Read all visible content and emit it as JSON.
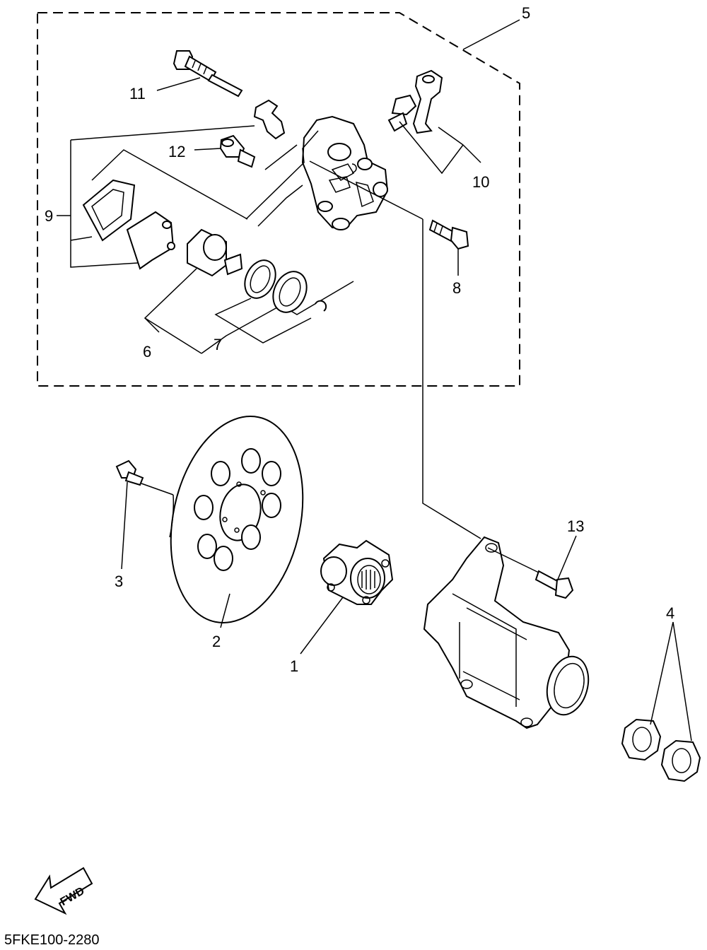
{
  "diagram": {
    "labels": {
      "l1": "1",
      "l2": "2",
      "l3": "3",
      "l4": "4",
      "l5": "5",
      "l6": "6",
      "l7": "7",
      "l8": "8",
      "l9": "9",
      "l10": "10",
      "l11": "11",
      "l12": "12",
      "l13": "13"
    },
    "fwd_arrow_text": "FWD",
    "drawing_code": "5FKE100-2280"
  }
}
